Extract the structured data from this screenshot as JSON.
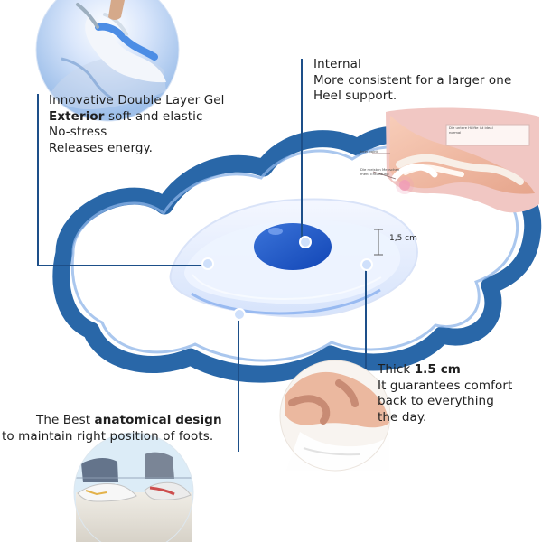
{
  "measurement_label": "1,5 cm",
  "tiny_captions": {
    "heel_note_1": "Die untere Hälfte ist ideal",
    "heel_note_2": "normal",
    "heel_note_3": "heel point",
    "heel_note_4": "Die meisten Menschen",
    "heel_note_5": "mehr Entlastung"
  },
  "callouts": {
    "top_left": {
      "line1": "Innovative Double Layer Gel",
      "line2_bold": "Exterior",
      "line2_rest": " soft and elastic",
      "line3": "No-stress",
      "line4": "Releases energy."
    },
    "top_right": {
      "line1": "Internal",
      "line2": "More consistent for a larger one",
      "line3": "Heel support."
    },
    "bottom_left": {
      "line1_pre": "The Best ",
      "line1_bold": "anatomical design",
      "line2": "to maintain right position of foots."
    },
    "bottom_right": {
      "line1_pre": "Thick ",
      "line1_bold": "1.5 cm",
      "line2": "It guarantees comfort",
      "line3": "back to everything",
      "line4": "the day."
    }
  },
  "colors": {
    "brand_blue": "#1d5fa3",
    "mid_blue": "#2f6fd2",
    "light_blue": "#eaf2ff",
    "line": "#1d4f89"
  }
}
